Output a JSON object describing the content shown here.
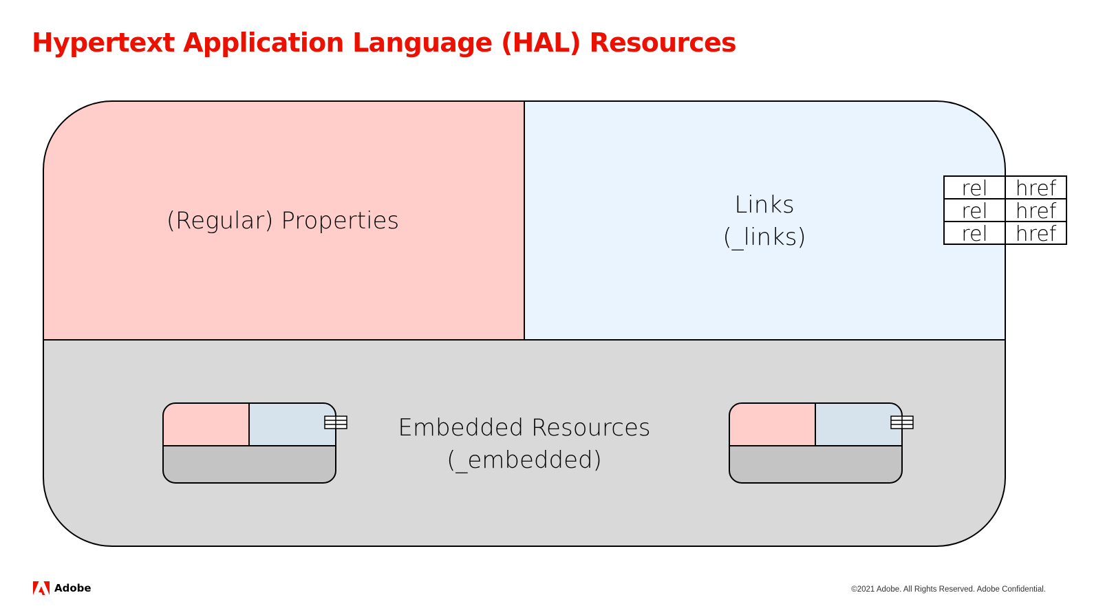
{
  "title": "Hypertext Application Language (HAL) Resources",
  "colors": {
    "accent": "#eb1000",
    "properties_fill": "#ffcdca",
    "links_fill": "#eaf4fe",
    "embedded_fill": "#d9d9d9",
    "mini_links_fill": "#d6e2ec",
    "mini_embedded_fill": "#c4c4c4",
    "stroke": "#000000"
  },
  "diagram": {
    "properties_label": "(Regular) Properties",
    "links_label_line1": "Links",
    "links_label_line2": "(_links)",
    "embedded_label_line1": "Embedded Resources",
    "embedded_label_line2": "(_embedded)",
    "link_table": [
      {
        "rel": "rel",
        "href": "href"
      },
      {
        "rel": "rel",
        "href": "href"
      },
      {
        "rel": "rel",
        "href": "href"
      }
    ],
    "embedded_resource_count": 2
  },
  "footer": {
    "logo_text": "Adobe",
    "copyright": "©2021 Adobe. All Rights Reserved. Adobe Confidential."
  }
}
